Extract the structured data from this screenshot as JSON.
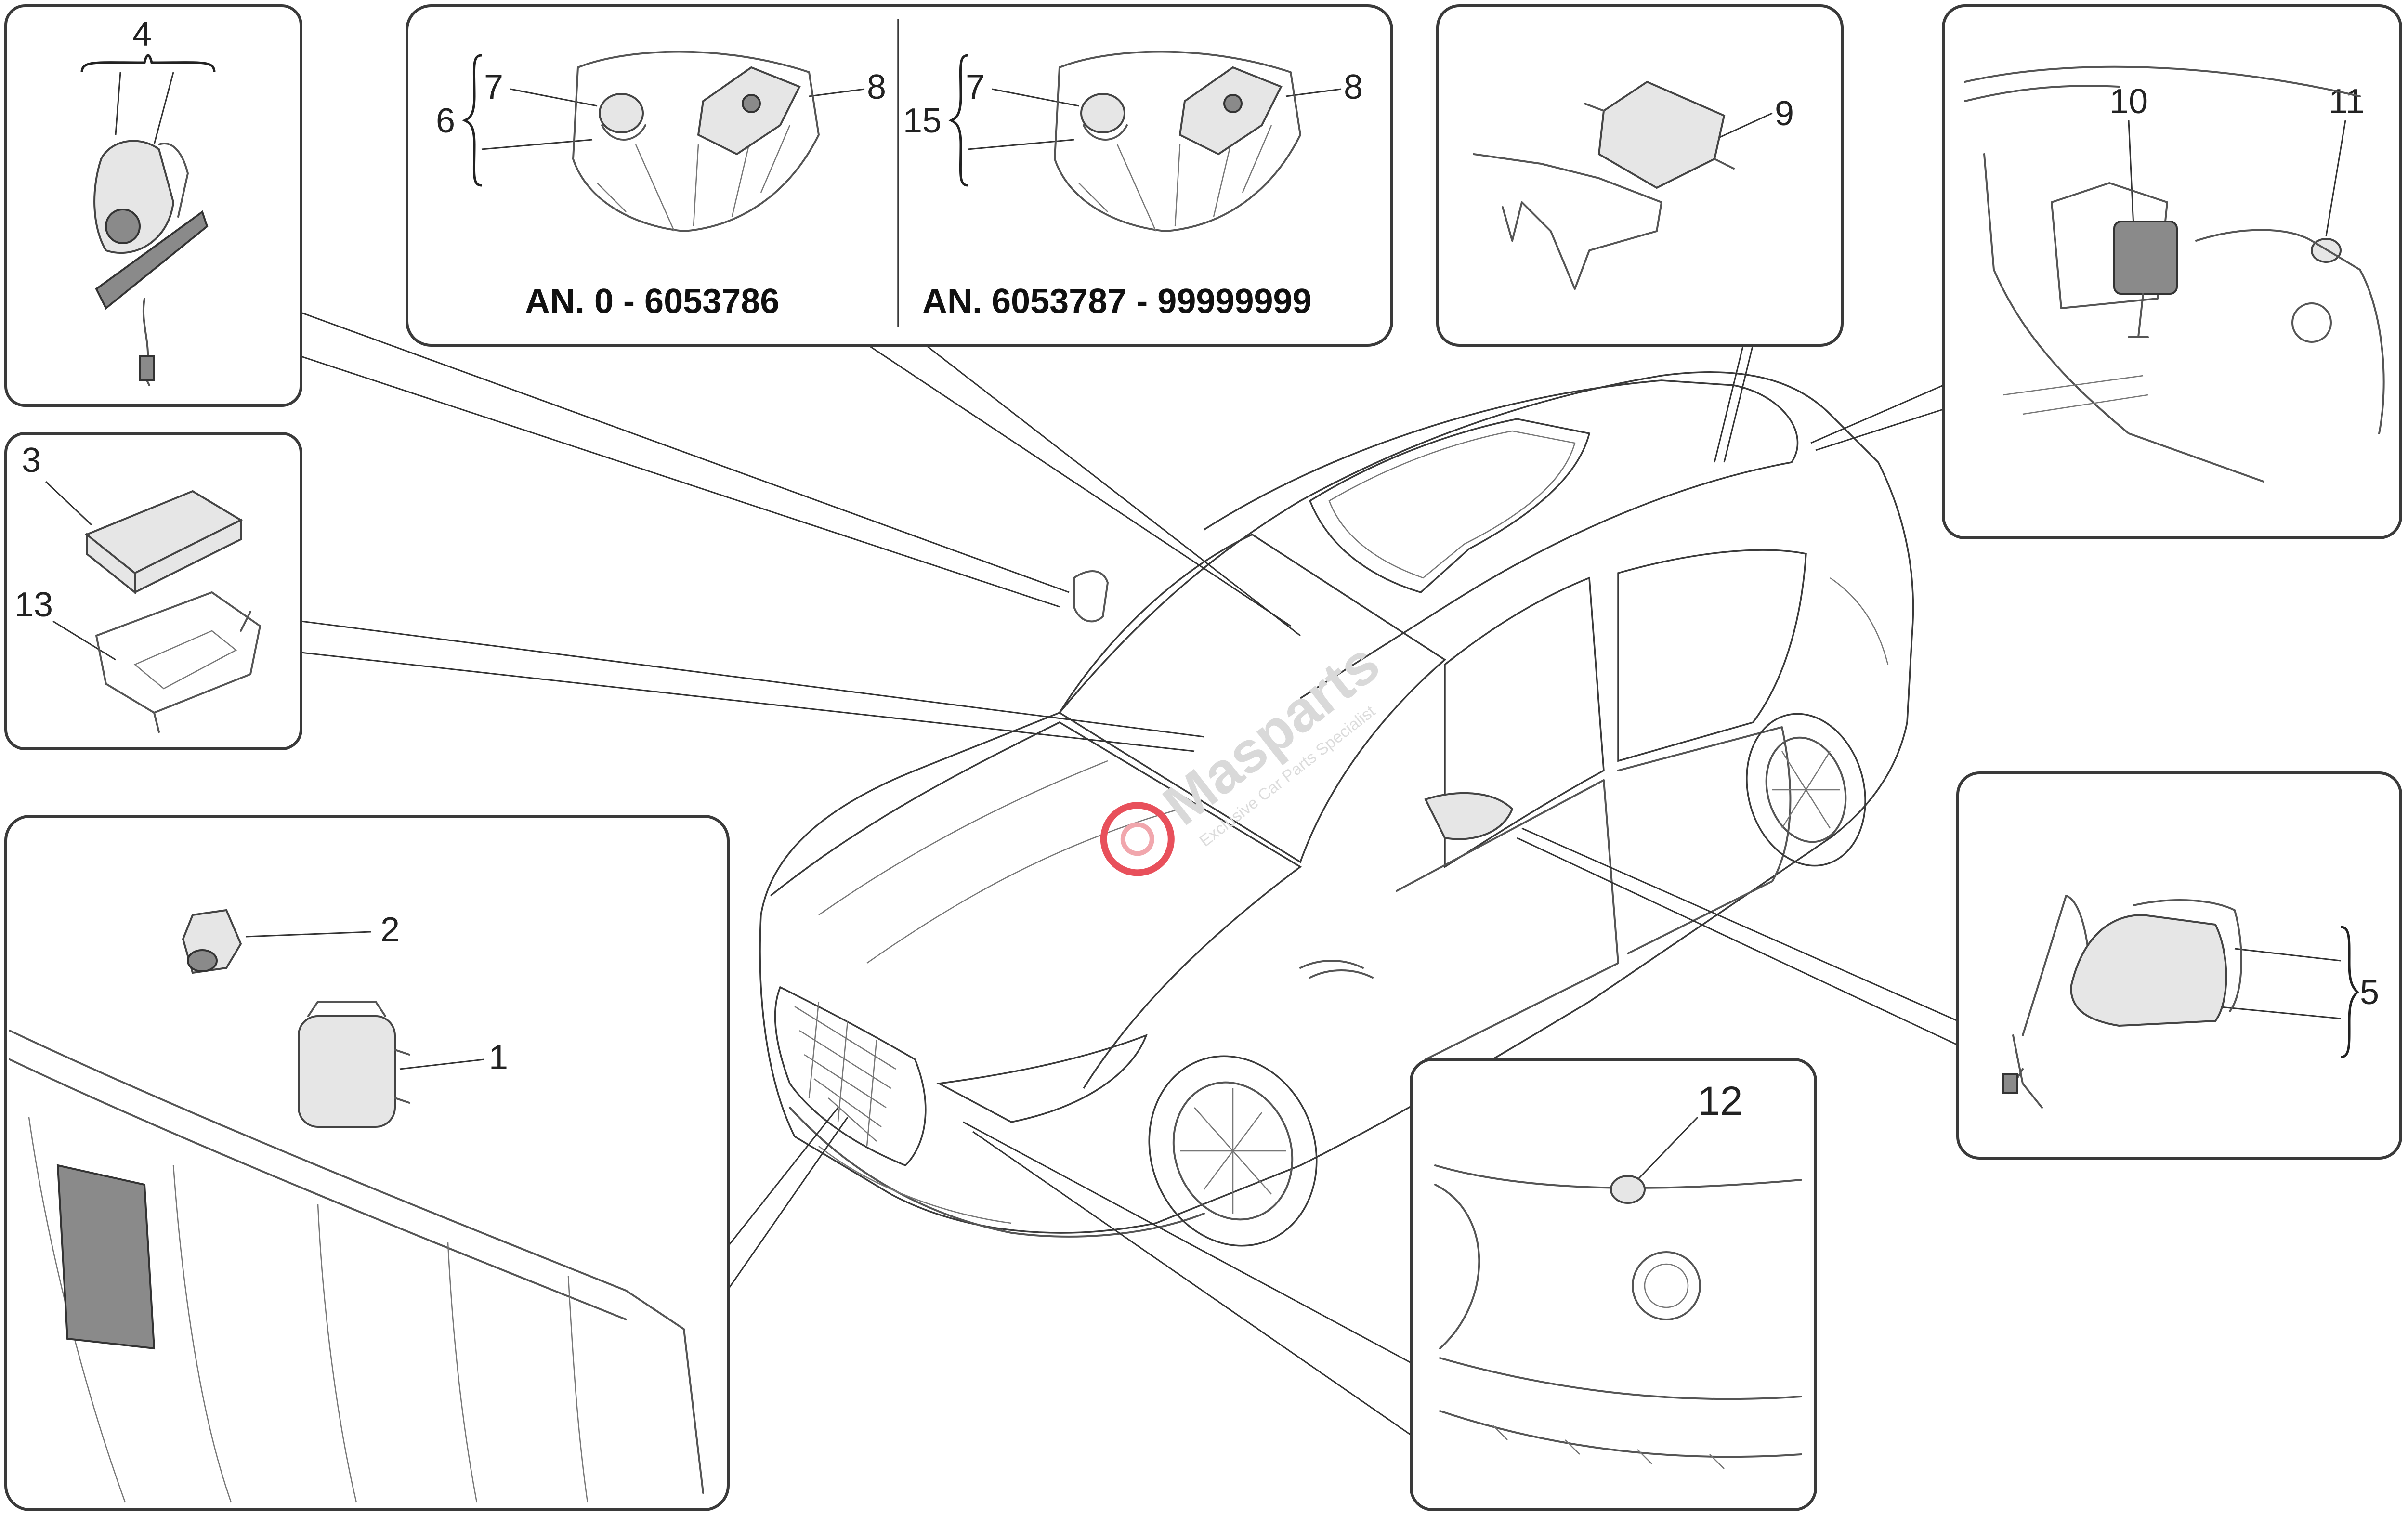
{
  "callouts": {
    "c1": "1",
    "c2": "2",
    "c3": "3",
    "c4": "4",
    "c5": "5",
    "c6": "6",
    "c7a": "7",
    "c7b": "7",
    "c8a": "8",
    "c8b": "8",
    "c9": "9",
    "c10": "10",
    "c11": "11",
    "c12": "12",
    "c13": "13",
    "c15": "15"
  },
  "serial_ranges": {
    "left": "AN. 0 - 6053786",
    "right": "AN. 6053787 - 99999999"
  },
  "watermark": {
    "brand": "Masparts",
    "tagline": "Exclusive Car Parts Specialist",
    "color": "#e8505b"
  }
}
